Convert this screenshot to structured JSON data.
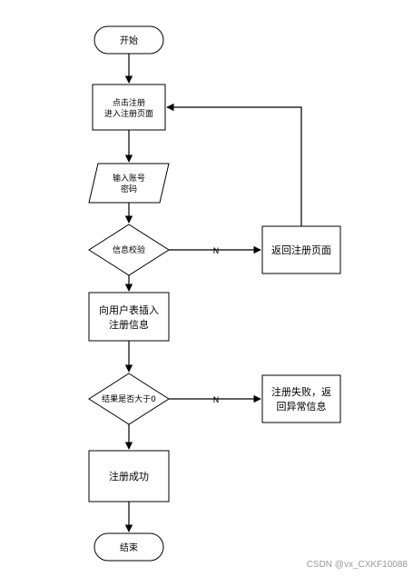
{
  "flowchart": {
    "start": "开始",
    "click_register": [
      "点击注册",
      "进入注册页面"
    ],
    "input_account": [
      "输入账号",
      "密码"
    ],
    "info_check": "信息校验",
    "return_register": "返回注册页面",
    "insert_info": [
      "向用户表插入",
      "注册信息"
    ],
    "result_check": "结果是否大于0",
    "register_fail": [
      "注册失败，返",
      "回异常信息"
    ],
    "register_success": "注册成功",
    "end": "结束",
    "edge_label_no_1": "N",
    "edge_label_no_2": "N"
  },
  "watermark": "CSDN @vx_CXKF10088"
}
